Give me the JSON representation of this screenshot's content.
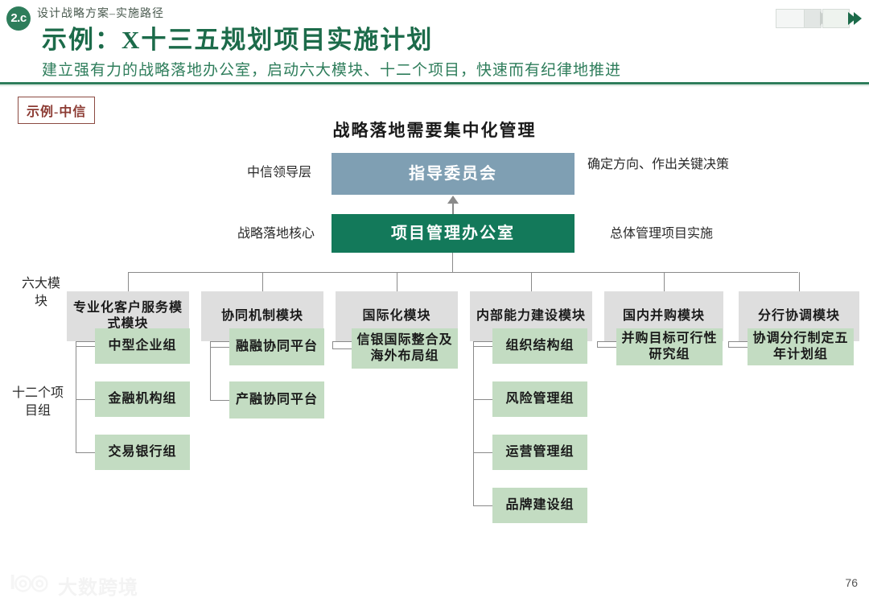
{
  "header": {
    "section_badge": "2.c",
    "eyebrow": "设计战略方案–实施路径",
    "title": "示例：X十三五规划项目实施计划",
    "subtitle": "建立强有力的战略落地办公室，启动六大模块、十二个项目，快速而有纪律地推进",
    "accent_color": "#2e7d5b",
    "title_color": "#1c6b4a",
    "progress_icon": "progress-arrow-icon"
  },
  "example_tag": {
    "label": "示例-中信",
    "border_color": "#8c4a42",
    "text_color": "#8c3b33"
  },
  "diagram": {
    "title": "战略落地需要集中化管理",
    "steering": {
      "label": "指导委员会",
      "left_caption": "中信领导层",
      "right_caption": "确定方向、作出关键决策",
      "color": "#7f9fb3"
    },
    "pmo": {
      "label": "项目管理办公室",
      "left_caption": "战略落地核心",
      "right_caption": "总体管理项目实施",
      "color": "#13795a"
    },
    "row_labels": {
      "modules": "六大模块",
      "groups": "十二个项目组"
    },
    "module_color": "#dedede",
    "group_color": "#c3dcc2",
    "columns": [
      {
        "module": "专业化客户服务模式模块",
        "groups": [
          "中型企业组",
          "金融机构组",
          "交易银行组"
        ]
      },
      {
        "module": "协同机制模块",
        "groups": [
          "融融协同平台",
          "产融协同平台"
        ]
      },
      {
        "module": "国际化模块",
        "groups": [
          "信银国际整合及海外布局组"
        ]
      },
      {
        "module": "内部能力建设模块",
        "groups": [
          "组织结构组",
          "风险管理组",
          "运营管理组",
          "品牌建设组"
        ]
      },
      {
        "module": "国内并购模块",
        "groups": [
          "并购目标可行性研究组"
        ]
      },
      {
        "module": "分行协调模块",
        "groups": [
          "协调分行制定五年计划组"
        ]
      }
    ]
  },
  "footer": {
    "watermark_mark": "logo-mark",
    "watermark_text": "大数跨境",
    "page_number": "76"
  }
}
